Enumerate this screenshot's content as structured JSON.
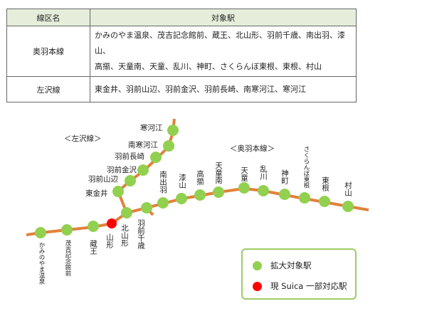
{
  "table": {
    "headers": [
      "線区名",
      "対象駅"
    ],
    "rows": [
      {
        "line": "奥羽本線",
        "stations_line1": "かみのやま温泉、茂吉記念館前、蔵王、北山形、羽前千歳、南出羽、漆山、",
        "stations_line2": "高擶、天童南、天童、乱川、神町、さくらんぼ東根、東根、村山"
      },
      {
        "line": "左沢線",
        "stations_line1": "東金井、羽前山辺、羽前金沢、羽前長崎、南寒河江、寒河江"
      }
    ]
  },
  "map": {
    "aterazawa_title": "＜左沢線＞",
    "ou_title": "＜奥羽本線＞",
    "colors": {
      "track": "#e0823a",
      "target_station": "#92d050",
      "suica_station": "#ff0000",
      "legend_border": "#9ccc65"
    },
    "ou_stations": [
      "かみのやま温泉",
      "茂吉記念館前",
      "蔵王",
      "山形",
      "北山形",
      "羽前千歳",
      "南出羽",
      "漆山",
      "高擶",
      "天童南",
      "天童",
      "乱川",
      "神町",
      "さくらんぼ東根",
      "東根",
      "村山"
    ],
    "aterazawa_stations": [
      "東金井",
      "羽前山辺",
      "羽前金沢",
      "羽前長崎",
      "南寒河江",
      "寒河江"
    ]
  },
  "legend": {
    "items": [
      {
        "label": "拡大対象駅",
        "color": "#92d050"
      },
      {
        "label": "現 Suica 一部対応駅",
        "color": "#ff0000"
      }
    ]
  }
}
